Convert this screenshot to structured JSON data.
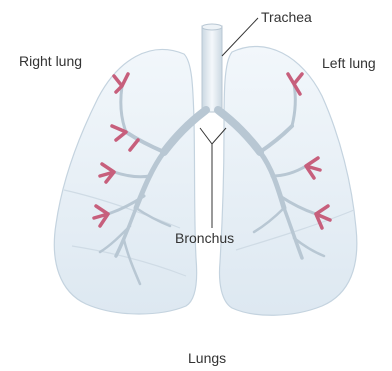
{
  "labels": {
    "trachea": "Trachea",
    "right_lung": "Right lung",
    "left_lung": "Left lung",
    "bronchus": "Bronchus",
    "caption": "Lungs"
  },
  "colors": {
    "lung_fill": "#e6eef5",
    "lung_edge": "#c4d3df",
    "airway": "#b8c7d3",
    "airway_tip": "#c75f7c",
    "leader_line": "#333333",
    "text": "#333333"
  },
  "icons": {
    "trachea": "trachea-shape",
    "lungs": "lungs-illustration"
  }
}
